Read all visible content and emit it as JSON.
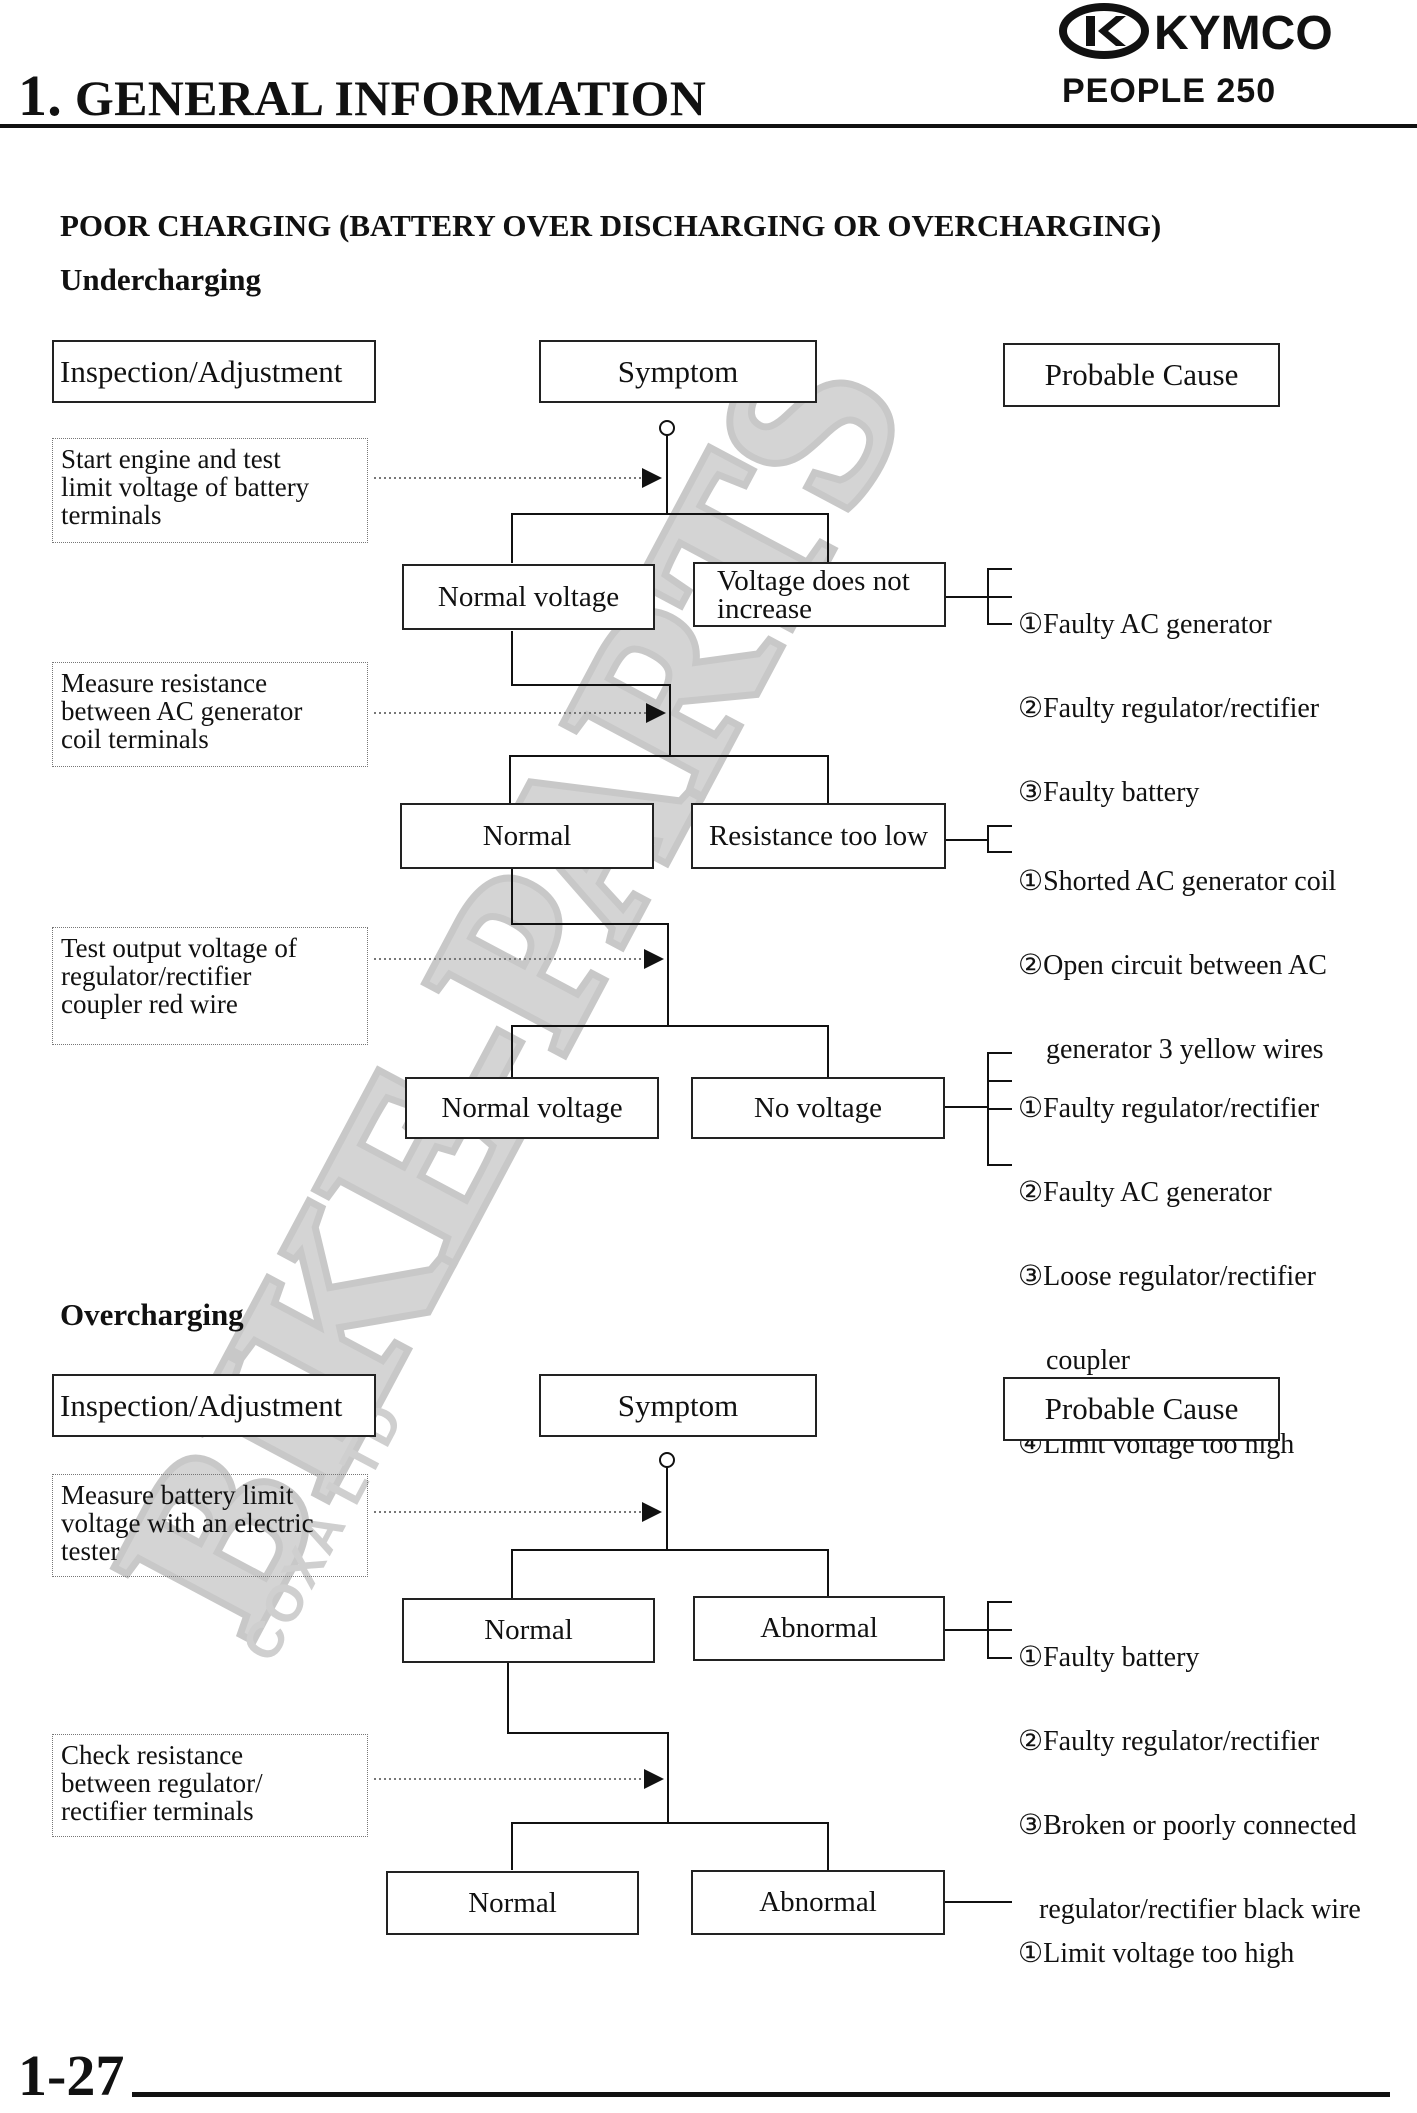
{
  "header": {
    "section_number": "1.",
    "section_title": "GENERAL INFORMATION",
    "brand": "KYMCO",
    "model": "PEOPLE 250"
  },
  "main": {
    "title": "POOR CHARGING (BATTERY OVER DISCHARGING OR OVERCHARGING)",
    "undercharging": {
      "heading": "Undercharging",
      "col_inspection": "Inspection/Adjustment",
      "col_symptom": "Symptom",
      "col_cause": "Probable Cause",
      "steps": [
        {
          "inspection": "Start engine and test\nlimit voltage of battery\nterminals",
          "ok": "Normal voltage",
          "fail": "Voltage does not\nincrease",
          "causes": [
            "①Faulty AC generator",
            "②Faulty regulator/rectifier",
            "③Faulty battery"
          ]
        },
        {
          "inspection": "Measure resistance\nbetween AC generator\ncoil terminals",
          "ok": "Normal",
          "fail": "Resistance too low",
          "causes": [
            "①Shorted AC generator coil",
            "②Open circuit between AC",
            "    generator 3 yellow wires"
          ]
        },
        {
          "inspection": "Test output voltage of\nregulator/rectifier\ncoupler red wire",
          "ok": "Normal voltage",
          "fail": "No voltage",
          "causes": [
            "①Faulty regulator/rectifier",
            "②Faulty AC generator",
            "③Loose regulator/rectifier",
            "    coupler",
            "④Limit voltage too high"
          ]
        }
      ]
    },
    "overcharging": {
      "heading": "Overcharging",
      "col_inspection": "Inspection/Adjustment",
      "col_symptom": "Symptom",
      "col_cause": "Probable Cause",
      "steps": [
        {
          "inspection": "Measure battery limit\nvoltage with an electric\ntester",
          "ok": "Normal",
          "fail": "Abnormal",
          "causes": [
            "①Faulty battery",
            "②Faulty regulator/rectifier",
            "③Broken or poorly connected",
            "   regulator/rectifier black wire"
          ]
        },
        {
          "inspection": "Check resistance\nbetween regulator/\nrectifier terminals",
          "ok": "Normal",
          "fail": "Abnormal",
          "causes": [
            "①Limit voltage too high"
          ]
        }
      ]
    }
  },
  "watermark": {
    "main": "BIKE-PARTS",
    "sub": "COXA LTD"
  },
  "footer": {
    "page_number": "1-27"
  }
}
